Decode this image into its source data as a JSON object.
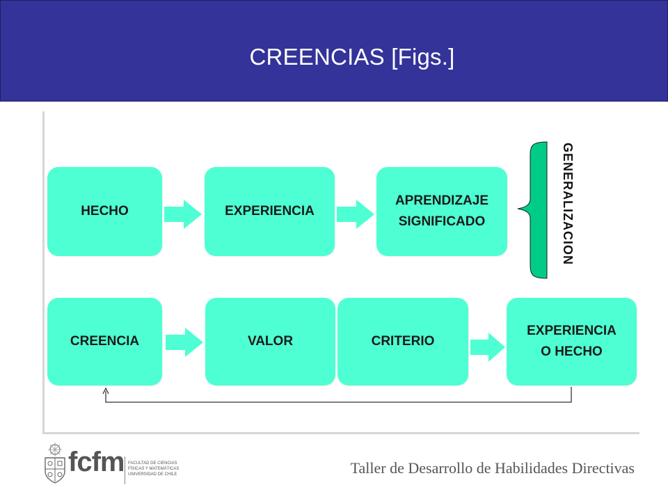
{
  "header": {
    "title": "CREENCIAS [Figs.]"
  },
  "diagram": {
    "row1": {
      "hecho": "HECHO",
      "experiencia": "EXPERIENCIA",
      "aprendizaje_line1": "APRENDIZAJE",
      "aprendizaje_line2": "SIGNIFICADO"
    },
    "row2": {
      "creencia": "CREENCIA",
      "valor": "VALOR",
      "criterio": "CRITERIO",
      "exp_hecho_line1": "EXPERIENCIA",
      "exp_hecho_line2": "O HECHO"
    },
    "generalizacion": "GENERALIZACION"
  },
  "colors": {
    "header": "#333399",
    "box": "#4dffd2",
    "arrow": "#4dffd2",
    "bracket": "#00cc88"
  },
  "footer": {
    "logo_text": "fcfm",
    "faculty_line1": "FACULTAD DE CIENCIAS",
    "faculty_line2": "FÍSICAS Y MATEMÁTICAS",
    "faculty_line3": "UNIVERSIDAD DE CHILE",
    "course": "Taller de Desarrollo de Habilidades Directivas"
  }
}
